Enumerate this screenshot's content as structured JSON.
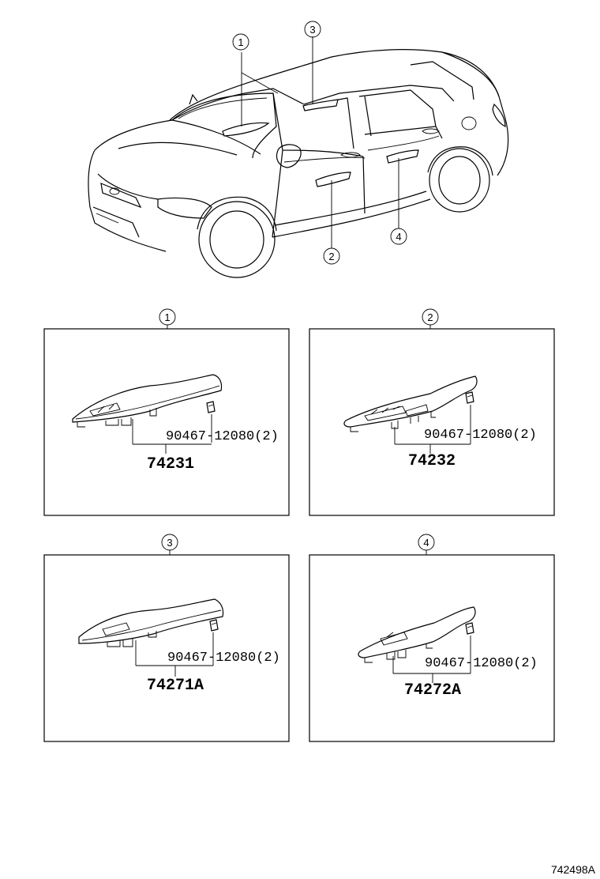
{
  "callouts": {
    "c1": "1",
    "c2": "2",
    "c3": "3",
    "c4": "4"
  },
  "panels": [
    {
      "number": "1",
      "fastener": "90467-12080(2)",
      "part_no": "74231"
    },
    {
      "number": "2",
      "fastener": "90467-12080(2)",
      "part_no": "74232"
    },
    {
      "number": "3",
      "fastener": "90467-12080(2)",
      "part_no": "74271A"
    },
    {
      "number": "4",
      "fastener": "90467-12080(2)",
      "part_no": "74272A"
    }
  ],
  "reference_code": "742498A"
}
